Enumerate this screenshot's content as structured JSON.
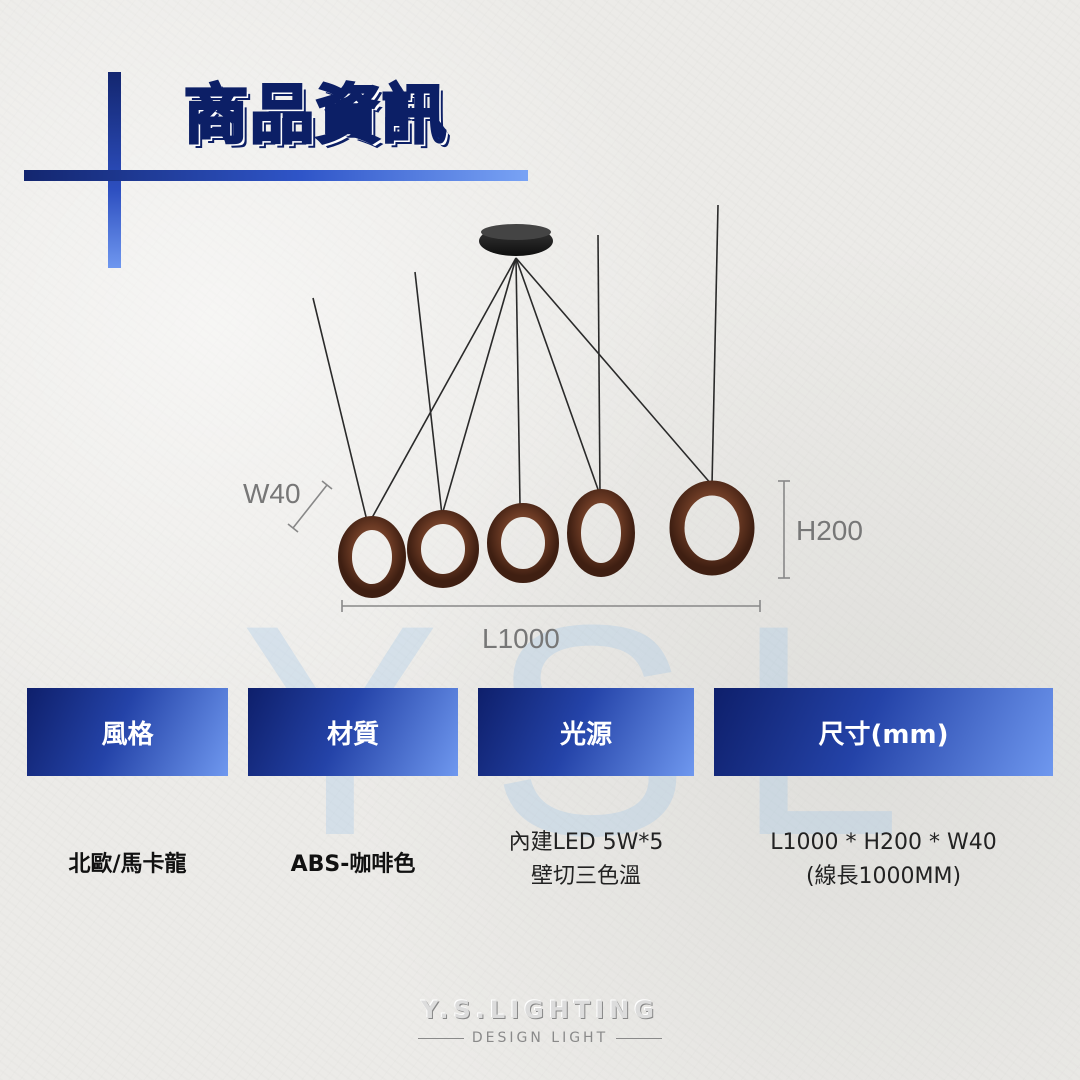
{
  "section": {
    "title": "商品資訊"
  },
  "watermark": {
    "letters": [
      "Y",
      "S",
      "L"
    ]
  },
  "product_image": {
    "ring_color": "#6b3a24",
    "rod_color": "#222222",
    "ring_count": 5
  },
  "dimensions": {
    "width_label": "W40",
    "height_label": "H200",
    "length_label": "L1000"
  },
  "specs": {
    "headers": {
      "style": "風格",
      "material": "材質",
      "light_source": "光源",
      "size": "尺寸(mm)"
    },
    "values": {
      "style": "北歐/馬卡龍",
      "material": "ABS-咖啡色",
      "light_source_line1": "內建LED 5W*5",
      "light_source_line2": "壁切三色溫",
      "size_line1": "L1000 * H200 * W40",
      "size_line2": "(線長1000MM)"
    }
  },
  "brand": {
    "name": "Y.S.LIGHTING",
    "tagline": "DESIGN LIGHT"
  },
  "colors": {
    "accent_dark": "#0e1f6b",
    "accent_light": "#6f98ef",
    "title_blue": "#1d56c8"
  }
}
